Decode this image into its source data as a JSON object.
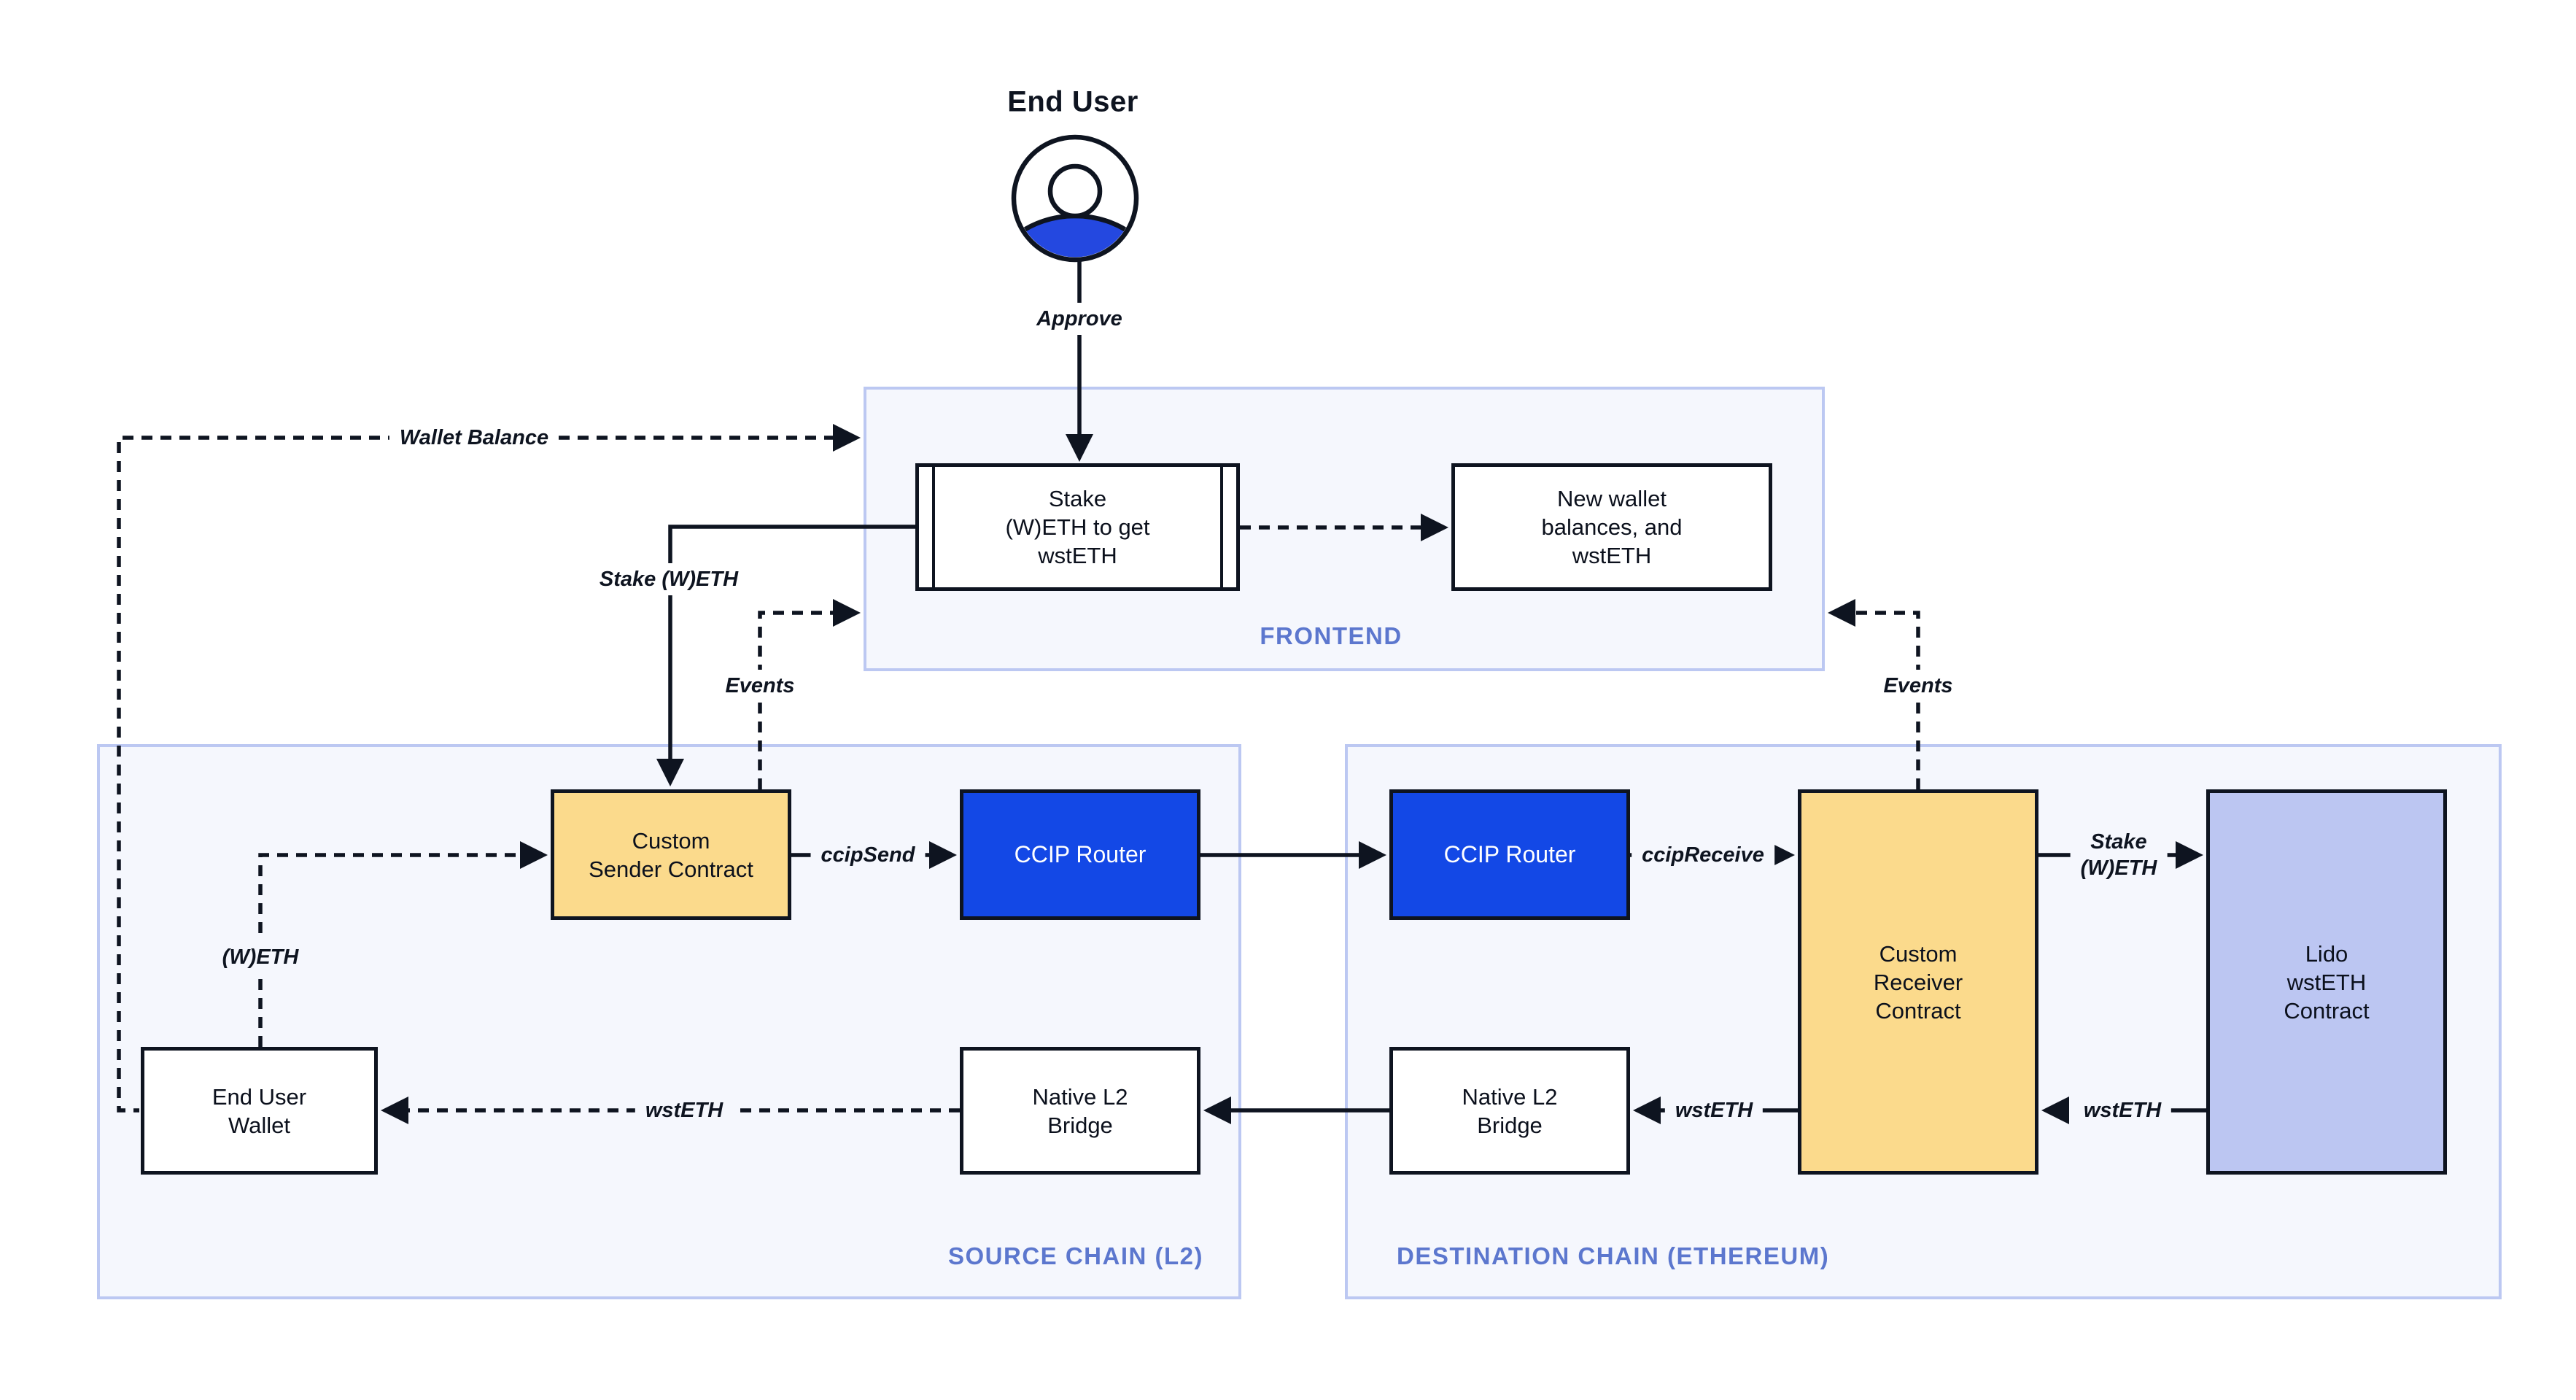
{
  "colors": {
    "ink": "#0E1420",
    "accent_blue": "#1348E6",
    "contract_yellow": "#FBDA8C",
    "lido_lavender": "#BCC6F2",
    "container_fill": "#F5F7FD",
    "container_border": "#BCC8F2",
    "caption_text": "#5C77CE",
    "avatar_blue": "#2448E0"
  },
  "end_user": {
    "title": "End User",
    "icon": "user-icon"
  },
  "edges": {
    "approve": "Approve",
    "wallet_balance": "Wallet Balance",
    "stake_weth": "Stake (W)ETH",
    "events_left": "Events",
    "events_right": "Events",
    "weth": "(W)ETH",
    "ccip_send": "ccipSend",
    "ccip_receive": "ccipReceive",
    "stake_weth_dest": {
      "line1": "Stake",
      "line2": "(W)ETH"
    },
    "wsteth_lido_to_receiver": "wstETH",
    "wsteth_receiver_to_bridge": "wstETH",
    "wsteth_bridge_to_wallet": "wstETH"
  },
  "frontend": {
    "caption": "FRONTEND",
    "stake_box": {
      "line1": "Stake",
      "line2": "(W)ETH to get",
      "line3": "wstETH"
    },
    "new_wallet_box": {
      "line1": "New wallet",
      "line2": "balances, and",
      "line3": "wstETH"
    }
  },
  "source_chain": {
    "caption": "SOURCE CHAIN (L2)",
    "custom_sender": {
      "line1": "Custom",
      "line2": "Sender Contract"
    },
    "ccip_router": "CCIP Router",
    "end_user_wallet": {
      "line1": "End User",
      "line2": "Wallet"
    },
    "native_l2_bridge": {
      "line1": "Native L2",
      "line2": "Bridge"
    }
  },
  "destination_chain": {
    "caption": "DESTINATION CHAIN (ETHEREUM)",
    "ccip_router": "CCIP Router",
    "custom_receiver": {
      "line1": "Custom",
      "line2": "Receiver",
      "line3": "Contract"
    },
    "lido_contract": {
      "line1": "Lido",
      "line2": "wstETH",
      "line3": "Contract"
    },
    "native_l2_bridge": {
      "line1": "Native L2",
      "line2": "Bridge"
    }
  }
}
